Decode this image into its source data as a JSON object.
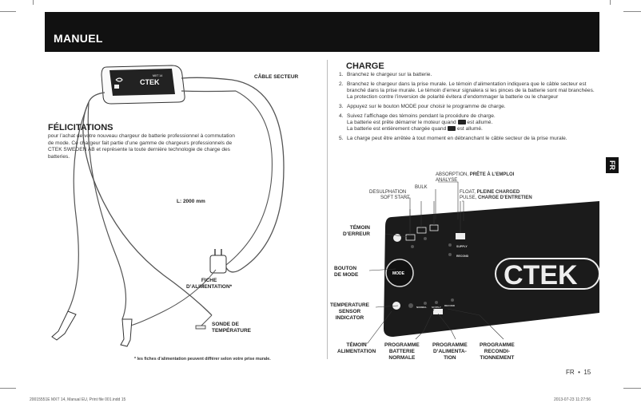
{
  "header": {
    "title": "MANUEL"
  },
  "side_tab": "FR",
  "left": {
    "cable_label": "CÂBLE SECTEUR",
    "length_label": "L: 2000 mm",
    "plug_label": "FICHE\nD’ALIMENTATION*",
    "sensor_label": "SONDE DE\nTEMPÉRATURE",
    "footnote": "* les fiches d’alimentation peuvent différer selon votre prise murale.",
    "device_brand": "CTEK",
    "device_model": "MXT 14",
    "felicitations": {
      "title": "FÉLICITATIONS",
      "body": "pour l’achat de votre nouveau chargeur de batterie professionnel à commutation de mode. Ce chargeur fait partie d’une gamme de chargeurs professionnels de CTEK SWEDEN AB et représente la toute dernière technologie de charge des batteries."
    }
  },
  "charge": {
    "title": "CHARGE",
    "steps": [
      {
        "n": "1.",
        "text": "Branchez le chargeur sur la batterie."
      },
      {
        "n": "2.",
        "text": "Branchez le chargeur dans la prise murale. Le témoin d’alimentation indiquera que le câble secteur est branché dans la prise murale. Le témoin d’erreur signalera si les pinces de la batterie sont mal branchées. La protection contre l’inversion de polarité évitera d’endommager la batterie ou le chargeur"
      },
      {
        "n": "3.",
        "text": "Appuyez sur le bouton MODE pour choisir le programme de charge."
      },
      {
        "n": "4.",
        "text_a": "Suivez l’affichage des témoins pendant la procédure de charge.",
        "text_b1": "La batterie est prête démarrer le moteur quand",
        "text_b2": "est allumé.",
        "text_c1": "La batterie est entièrement chargée quand",
        "text_c2": "est allumé."
      },
      {
        "n": "5.",
        "text": "La charge peut être arrêtée à tout moment en débranchant le câble secteur de la prise murale."
      }
    ]
  },
  "panel": {
    "absorption": "ABSORPTION,",
    "absorption_bold": "PRÊTE À L’EMPLOI",
    "analyse": "ANALYSE",
    "bulk": "BULK",
    "desulphation": "DESULPHATION",
    "soft_start": "SOFT START",
    "float": "FLOAT,",
    "float_bold": "PLEINE CHARGED",
    "pulse": "PULSE,",
    "pulse_bold": "CHARGE D’ENTRETIEN",
    "temoin_erreur": "TÉMOIN\nD’ERREUR",
    "bouton_mode": "BOUTON\nDE MODE",
    "temp_sensor": "TEMPERATURE\nSENSOR\nINDICATOR",
    "temoin_alim": "TÉMOIN\nALIMENTATION",
    "prog_batterie": "PROGRAMME\nBATTERIE\nNORMALE",
    "prog_alim": "PROGRAMME\nD’ALIMENTA-\nTION",
    "prog_recond": "PROGRAMME\nRECONDI-\nTIONNEMENT",
    "mode_btn": "MODE",
    "supply_small": "SUPPLY",
    "recond_small": "RECOND",
    "normal_small": "NORMAL",
    "brand": "CTEK"
  },
  "footer": {
    "page": "FR  •  15",
    "file": "20015551E MXT 14, Manual EU, Print file 001.indd   15",
    "date": "2013-07-23   11:27:56"
  }
}
